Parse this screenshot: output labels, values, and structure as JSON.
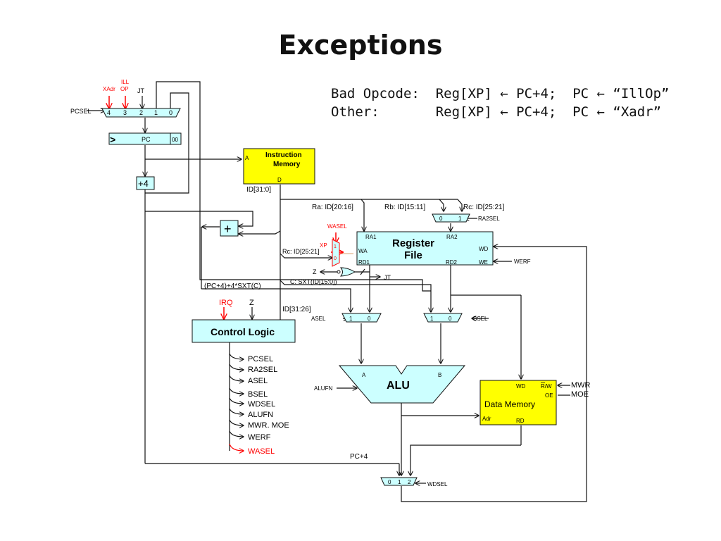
{
  "title": "Exceptions",
  "rules": [
    {
      "case": "Bad Opcode:",
      "action": "Reg[XP] ← PC+4;  PC ← “IllOp”"
    },
    {
      "case": "Other:",
      "action": "Reg[XP] ← PC+4;  PC ← “Xadr”"
    }
  ],
  "colors": {
    "mux_fill": "#ccffff",
    "memory_fill": "#ffff00",
    "highlight": "#ff0000",
    "wire": "#111111"
  },
  "pcsel_mux": {
    "label": "PCSEL",
    "inputs": [
      "4",
      "3",
      "2",
      "1",
      "0"
    ],
    "in_labels": {
      "xadr": "XAdr",
      "illop_1": "ILL",
      "illop_2": "OP",
      "jt": "JT"
    }
  },
  "pc_reg": {
    "label": "PC",
    "suffix": "00",
    "clock": ">"
  },
  "plus4": "+4",
  "adder": "+",
  "imem": {
    "title_1": "Instruction",
    "title_2": "Memory",
    "port_a": "A",
    "port_d": "D",
    "out_label": "ID[31:0]"
  },
  "regfile": {
    "title_1": "Register",
    "title_2": "File",
    "ra1": "RA1",
    "ra2": "RA2",
    "wa": "WA",
    "rd1": "RD1",
    "rd2": "RD2",
    "wd": "WD",
    "we": "WE",
    "werf": "WERF"
  },
  "fields": {
    "ra": "Ra: ID[20:16]",
    "rb": "Rb: ID[15:11]",
    "rc_top": "Rc: ID[25:21]",
    "rc_left": "Rc: ID[25:21]",
    "c": "C: SXT(ID[15:0])",
    "branch": "(PC+4)+4*SXT(C)",
    "opcode": "ID[31:26]"
  },
  "ra2sel_mux": {
    "label": "RA2SEL",
    "inputs": [
      "0",
      "1"
    ]
  },
  "wasel_mux": {
    "label": "WASEL",
    "xp": "XP",
    "inputs": [
      "1",
      "0"
    ]
  },
  "zero_detect": {
    "z": "Z",
    "jt": "JT"
  },
  "control": {
    "title": "Control Logic",
    "irq": "IRQ",
    "z": "Z",
    "outputs": [
      "PCSEL",
      "RA2SEL",
      "ASEL",
      "BSEL",
      "WDSEL",
      "ALUFN",
      "MWR. MOE",
      "WERF",
      "WASEL"
    ]
  },
  "asel_mux": {
    "label": "ASEL",
    "inputs": [
      "1",
      "0"
    ]
  },
  "bsel_mux": {
    "label": "BSEL",
    "inputs": [
      "1",
      "0"
    ]
  },
  "alu": {
    "title": "ALU",
    "a": "A",
    "b": "B",
    "alufn": "ALUFN"
  },
  "dmem": {
    "title": "Data Memory",
    "wd": "WD",
    "rw": "R/W",
    "oe": "OE",
    "adr": "Adr",
    "rd": "RD",
    "mwr": "MWR",
    "moe": "MOE"
  },
  "wdsel_mux": {
    "label": "WDSEL",
    "inputs": [
      "0",
      "1",
      "2"
    ],
    "pc4": "PC+4"
  }
}
